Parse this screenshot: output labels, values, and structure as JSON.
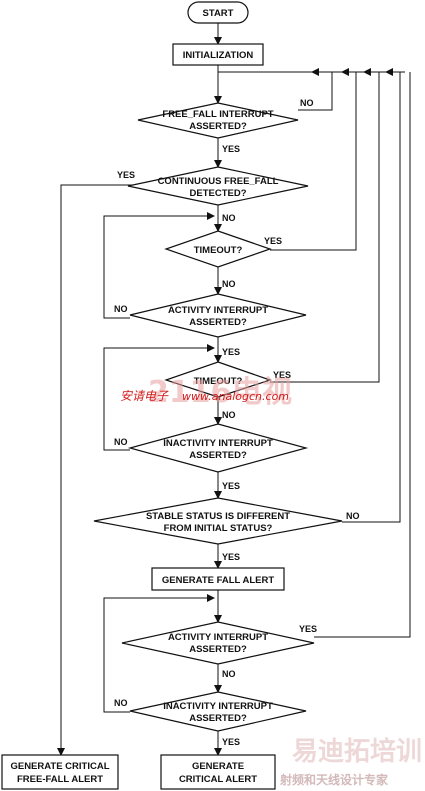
{
  "nodes": {
    "start": "START",
    "init": "INITIALIZATION",
    "ff_int": [
      "FREE_FALL INTERRUPT",
      "ASSERTED?"
    ],
    "cont_ff": [
      "CONTINUOUS FREE_FALL",
      "DETECTED?"
    ],
    "timeout1": "TIMEOUT?",
    "act1": [
      "ACTIVITY INTERRUPT",
      "ASSERTED?"
    ],
    "timeout2": "TIMEOUT?",
    "inact1": [
      "INACTIVITY INTERRUPT",
      "ASSERTED?"
    ],
    "stable": [
      "STABLE STATUS IS DIFFERENT",
      "FROM INITIAL STATUS?"
    ],
    "fall_alert": "GENERATE FALL ALERT",
    "act2": [
      "ACTIVITY INTERRUPT",
      "ASSERTED?"
    ],
    "inact2": [
      "INACTIVITY INTERRUPT",
      "ASSERTED?"
    ],
    "crit_ff": [
      "GENERATE CRITICAL",
      "FREE-FALL ALERT"
    ],
    "crit": [
      "GENERATE",
      "CRITICAL ALERT"
    ]
  },
  "edges": {
    "yes": "YES",
    "no": "NO"
  },
  "watermark": {
    "cn": "安请电子",
    "url": "www.analogcn.com",
    "big": "2116",
    "big2": "电视",
    "corner_big": "易迪拓培训",
    "corner_small": "射频和天线设计专家"
  }
}
